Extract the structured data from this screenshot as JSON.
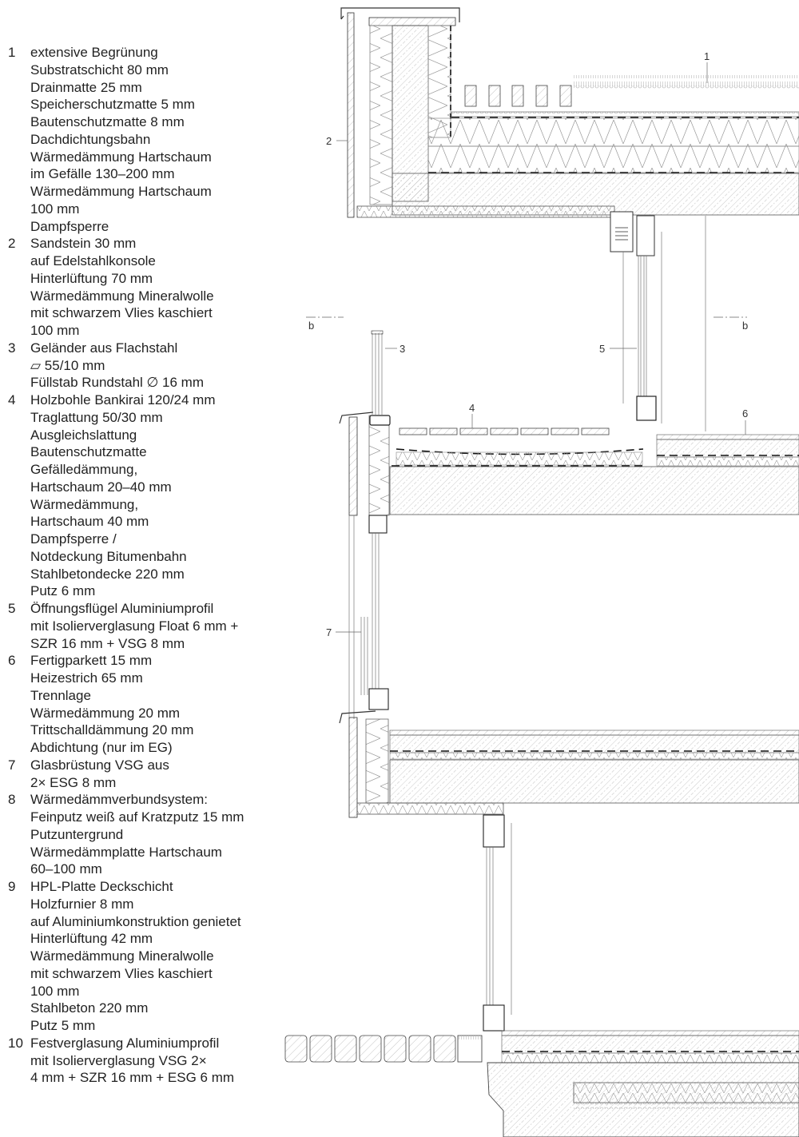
{
  "legend": [
    {
      "num": "1",
      "lines": [
        "extensive Begrünung",
        "Substratschicht 80 mm",
        "Drainmatte 25 mm",
        "Speicherschutzmatte 5 mm",
        "Bautenschutzmatte 8 mm",
        "Dachdichtungsbahn",
        "Wärmedämmung Hartschaum",
        "im Gefälle 130–200 mm",
        "Wärmedämmung Hartschaum",
        "100 mm",
        "Dampfsperre"
      ]
    },
    {
      "num": "2",
      "lines": [
        "Sandstein 30 mm",
        "auf Edelstahlkonsole",
        "Hinterlüftung 70 mm",
        "Wärmedämmung Mineralwolle",
        "mit schwarzem Vlies kaschiert",
        "100 mm"
      ]
    },
    {
      "num": "3",
      "lines": [
        "Geländer aus Flachstahl",
        "⏥ 55/10 mm",
        "Füllstab Rundstahl ∅ 16 mm"
      ]
    },
    {
      "num": "4",
      "lines": [
        "Holzbohle Bankirai 120/24 mm",
        "Traglattung 50/30 mm",
        "Ausgleichslattung",
        "Bautenschutzmatte",
        "Gefälledämmung,",
        "Hartschaum 20–40 mm",
        "Wärmedämmung,",
        "Hartschaum 40 mm",
        "Dampfsperre /",
        "Notdeckung Bitumenbahn",
        "Stahlbetondecke 220 mm",
        "Putz 6 mm"
      ]
    },
    {
      "num": "5",
      "lines": [
        "Öffnungsflügel Aluminiumprofil",
        "mit Isolierverglasung Float 6 mm +",
        "SZR 16 mm + VSG 8 mm"
      ]
    },
    {
      "num": "6",
      "lines": [
        "Fertigparkett 15 mm",
        "Heizestrich 65 mm",
        "Trennlage",
        "Wärmedämmung 20 mm",
        "Trittschalldämmung 20 mm",
        "Abdichtung (nur im EG)"
      ]
    },
    {
      "num": "7",
      "lines": [
        "Glasbrüstung VSG aus",
        "2× ESG 8 mm"
      ]
    },
    {
      "num": "8",
      "lines": [
        "Wärmedämmverbundsystem:",
        "Feinputz weiß auf Kratzputz 15 mm",
        "Putzuntergrund",
        "Wärmedämmplatte Hartschaum",
        "60–100 mm"
      ]
    },
    {
      "num": "9",
      "lines": [
        "HPL-Platte Deckschicht",
        "Holzfurnier 8 mm",
        "auf Aluminiumkonstruktion genietet",
        "Hinterlüftung 42 mm",
        "Wärmedämmung Mineralwolle",
        "mit schwarzem Vlies kaschiert",
        "100 mm",
        "Stahlbeton 220 mm",
        "Putz 5 mm"
      ]
    },
    {
      "num": "10",
      "lines": [
        "Festverglasung Aluminiumprofil",
        "mit Isolierverglasung VSG 2×",
        "4 mm + SZR 16 mm + ESG 6 mm"
      ]
    }
  ],
  "drawing": {
    "labels": {
      "l1": "1",
      "l2": "2",
      "l3": "3",
      "l4": "4",
      "l5": "5",
      "l6": "6",
      "l7": "7",
      "section_left": "b",
      "section_right": "b"
    },
    "colors": {
      "line": "#333333",
      "hatch": "#999999",
      "membrane": "#111111"
    }
  }
}
